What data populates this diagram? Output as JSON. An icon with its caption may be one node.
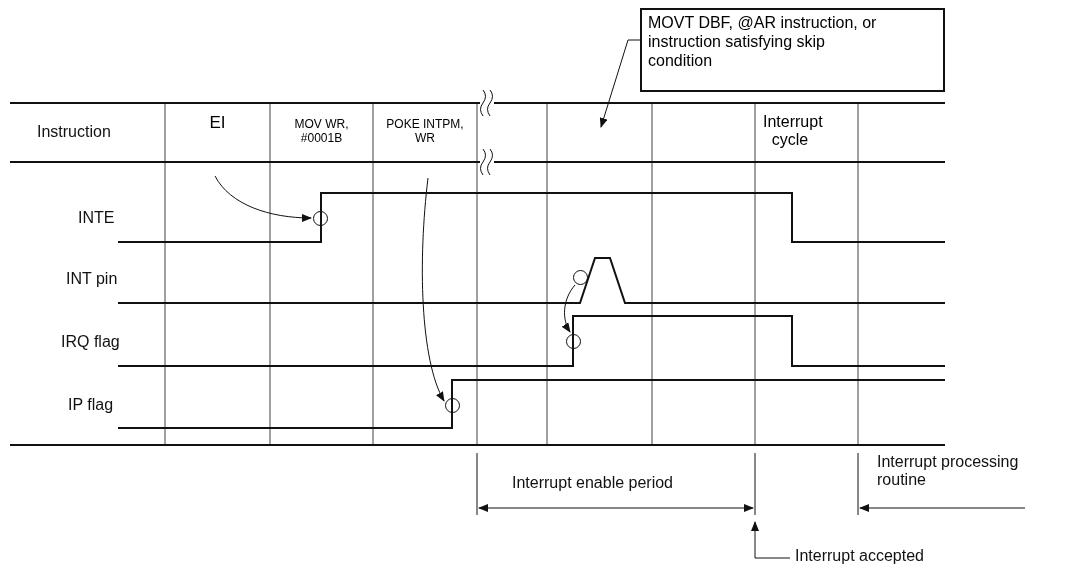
{
  "diagram": {
    "nodes": [
      {
        "text": [
          "EI"
        ]
      },
      {
        "text": [
          "MOV WR, #0001B"
        ]
      },
      {
        "text": [
          "POKE INTPM, WR"
        ]
      },
      {
        "text": [
          "Interrupt cycle"
        ]
      },
      {
        "text": [],
        "shape": "circle"
      },
      {
        "text": [],
        "shape": "circle"
      },
      {
        "text": [],
        "shape": "circle"
      },
      {
        "text": [],
        "shape": "circle"
      },
      {
        "text": [
          "MOVT DBF, @AR instruction, or instruction satisfying skip condition"
        ]
      },
      {
        "text": [
          "Interrupt accepted"
        ]
      }
    ],
    "edges": [
      {
        "from": 0,
        "to": 4,
        "arrow": "to"
      },
      {
        "from": 2,
        "to": 7,
        "arrow": "to"
      },
      {
        "from": 5,
        "to": 6,
        "arrow": "to"
      },
      {
        "from": 8,
        "to": null,
        "arrow": "to"
      },
      {
        "from": 9,
        "to": null,
        "arrow": "to"
      }
    ],
    "labels": [
      "Instruction",
      "INTE",
      "INT pin",
      "IRQ flag",
      "IP flag",
      "Interrupt enable period",
      "Interrupt processing routine"
    ]
  }
}
